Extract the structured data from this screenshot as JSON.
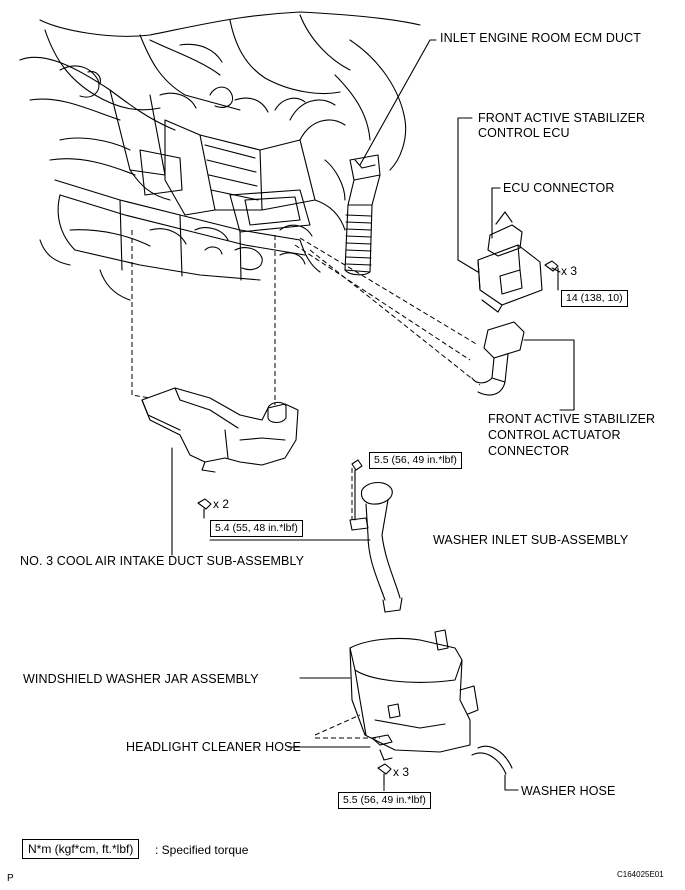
{
  "labels": {
    "inlet_duct": "INLET ENGINE ROOM ECM DUCT",
    "stabilizer_ecu_line1": "FRONT ACTIVE STABILIZER",
    "stabilizer_ecu_line2": "CONTROL ECU",
    "ecu_connector": "ECU CONNECTOR",
    "actuator_line1": "FRONT ACTIVE STABILIZER",
    "actuator_line2": "CONTROL ACTUATOR",
    "actuator_line3": "CONNECTOR",
    "cool_air_duct": "NO. 3 COOL AIR INTAKE DUCT SUB-ASSEMBLY",
    "washer_inlet": "WASHER INLET SUB-ASSEMBLY",
    "washer_jar": "WINDSHIELD WASHER JAR ASSEMBLY",
    "headlight_hose": "HEADLIGHT CLEANER HOSE",
    "washer_hose": "WASHER HOSE"
  },
  "torques": {
    "ecu_bolts": "14 (138, 10)",
    "washer_inlet_bolt": "5.5 (56, 49 in.*lbf)",
    "duct_bolts": "5.4 (55, 48 in.*lbf)",
    "jar_bolts": "5.5 (56, 49 in.*lbf)"
  },
  "quantities": {
    "ecu_bolts": "x 3",
    "duct_bolts": "x 2",
    "jar_bolts": "x 3"
  },
  "legend": {
    "box": "N*m (kgf*cm, ft.*lbf)",
    "text": ": Specified torque"
  },
  "corner": {
    "left": "P",
    "right": "C164025E01"
  }
}
